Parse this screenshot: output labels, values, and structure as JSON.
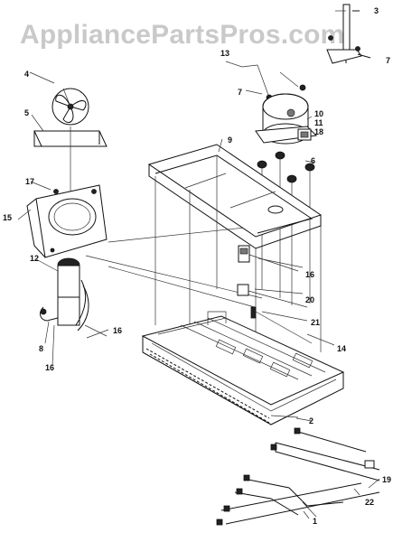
{
  "watermark": "AppliancePartsPros.com",
  "callouts": {
    "c1": "1",
    "c2": "2",
    "c3": "3",
    "c4": "4",
    "c5": "5",
    "c6": "6",
    "c7a": "7",
    "c7b": "7",
    "c8": "8",
    "c9": "9",
    "c10": "10",
    "c11": "11",
    "c12": "12",
    "c13": "13",
    "c14": "14",
    "c15": "15",
    "c16a": "16",
    "c16b": "16",
    "c16c": "16",
    "c17": "17",
    "c18": "18",
    "c19": "19",
    "c20": "20",
    "c21": "21",
    "c22": "22"
  }
}
